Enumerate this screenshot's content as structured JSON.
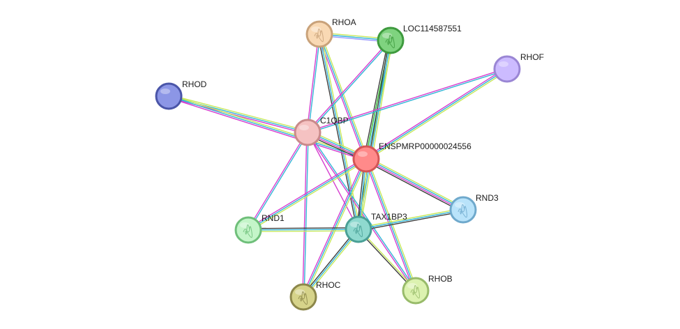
{
  "network": {
    "edge_colors": {
      "textmining": "#c7e85a",
      "database": "#33b5d6",
      "experimental": "#d63ecf",
      "coexpression": "#3d3d3d",
      "homology": "#9999ff",
      "neighborhood": "#2db82d"
    },
    "nodes": [
      {
        "id": "RHOA",
        "label": "RHOA",
        "color": "#f9d9b4",
        "stroke": "#c9a27a",
        "icon": "protein-structure-icon"
      },
      {
        "id": "LOC114587551",
        "label": "LOC114587551",
        "color": "#7fd37f",
        "stroke": "#3e9a3e",
        "icon": "protein-structure-icon"
      },
      {
        "id": "RHOF",
        "label": "RHOF",
        "color": "#ccbbff",
        "stroke": "#9a86d4",
        "icon": ""
      },
      {
        "id": "RHOD",
        "label": "RHOD",
        "color": "#8c96e6",
        "stroke": "#4a55a8",
        "icon": ""
      },
      {
        "id": "C1QBP",
        "label": "C1QBP",
        "color": "#f5c2c2",
        "stroke": "#c98a8a",
        "icon": ""
      },
      {
        "id": "ENSPMRP00000024556",
        "label": "ENSPMRP00000024556",
        "color": "#ff8a8a",
        "stroke": "#d45555",
        "icon": ""
      },
      {
        "id": "RND3",
        "label": "RND3",
        "color": "#b9e3fa",
        "stroke": "#6fa9cc",
        "icon": "protein-structure-icon"
      },
      {
        "id": "RND1",
        "label": "RND1",
        "color": "#c4f5c9",
        "stroke": "#6fbf7a",
        "icon": "protein-structure-icon"
      },
      {
        "id": "TAX1BP3",
        "label": "TAX1BP3",
        "color": "#8fd9cf",
        "stroke": "#4aa096",
        "icon": "protein-structure-icon"
      },
      {
        "id": "RHOC",
        "label": "RHOC",
        "color": "#d6d38a",
        "stroke": "#8c874a",
        "icon": "protein-structure-icon"
      },
      {
        "id": "RHOB",
        "label": "RHOB",
        "color": "#dcf2b0",
        "stroke": "#98bb6a",
        "icon": "protein-structure-icon"
      }
    ],
    "edges": [
      {
        "source": "RHOA",
        "target": "LOC114587551",
        "types": [
          "textmining",
          "database",
          "homology"
        ]
      },
      {
        "source": "RHOA",
        "target": "C1QBP",
        "types": [
          "database",
          "experimental"
        ]
      },
      {
        "source": "RHOA",
        "target": "ENSPMRP00000024556",
        "types": [
          "textmining",
          "database",
          "experimental"
        ]
      },
      {
        "source": "RHOA",
        "target": "TAX1BP3",
        "types": [
          "textmining",
          "database",
          "coexpression"
        ]
      },
      {
        "source": "LOC114587551",
        "target": "C1QBP",
        "types": [
          "database",
          "experimental"
        ]
      },
      {
        "source": "LOC114587551",
        "target": "ENSPMRP00000024556",
        "types": [
          "textmining",
          "database",
          "neighborhood",
          "coexpression"
        ]
      },
      {
        "source": "LOC114587551",
        "target": "TAX1BP3",
        "types": [
          "textmining",
          "database",
          "coexpression"
        ]
      },
      {
        "source": "RHOF",
        "target": "C1QBP",
        "types": [
          "database",
          "experimental"
        ]
      },
      {
        "source": "RHOF",
        "target": "ENSPMRP00000024556",
        "types": [
          "textmining",
          "database",
          "experimental"
        ]
      },
      {
        "source": "RHOD",
        "target": "C1QBP",
        "types": [
          "textmining",
          "database",
          "experimental"
        ]
      },
      {
        "source": "RHOD",
        "target": "ENSPMRP00000024556",
        "types": [
          "textmining",
          "database",
          "experimental"
        ]
      },
      {
        "source": "C1QBP",
        "target": "ENSPMRP00000024556",
        "types": [
          "textmining",
          "database",
          "experimental",
          "coexpression"
        ]
      },
      {
        "source": "C1QBP",
        "target": "RND1",
        "types": [
          "database",
          "experimental"
        ]
      },
      {
        "source": "C1QBP",
        "target": "RHOC",
        "types": [
          "database",
          "experimental"
        ]
      },
      {
        "source": "C1QBP",
        "target": "TAX1BP3",
        "types": [
          "experimental"
        ]
      },
      {
        "source": "C1QBP",
        "target": "RHOB",
        "types": [
          "database",
          "experimental"
        ]
      },
      {
        "source": "ENSPMRP00000024556",
        "target": "RND3",
        "types": [
          "textmining",
          "database",
          "experimental",
          "coexpression"
        ]
      },
      {
        "source": "ENSPMRP00000024556",
        "target": "RND1",
        "types": [
          "textmining",
          "database",
          "experimental"
        ]
      },
      {
        "source": "ENSPMRP00000024556",
        "target": "TAX1BP3",
        "types": [
          "textmining",
          "database",
          "coexpression"
        ]
      },
      {
        "source": "ENSPMRP00000024556",
        "target": "RHOC",
        "types": [
          "textmining",
          "database",
          "experimental"
        ]
      },
      {
        "source": "ENSPMRP00000024556",
        "target": "RHOB",
        "types": [
          "textmining",
          "database",
          "experimental"
        ]
      },
      {
        "source": "TAX1BP3",
        "target": "RND3",
        "types": [
          "textmining",
          "database",
          "coexpression"
        ]
      },
      {
        "source": "TAX1BP3",
        "target": "RND1",
        "types": [
          "textmining",
          "database",
          "coexpression"
        ]
      },
      {
        "source": "TAX1BP3",
        "target": "RHOC",
        "types": [
          "textmining",
          "database",
          "coexpression"
        ]
      },
      {
        "source": "TAX1BP3",
        "target": "RHOB",
        "types": [
          "textmining",
          "coexpression"
        ]
      }
    ]
  }
}
